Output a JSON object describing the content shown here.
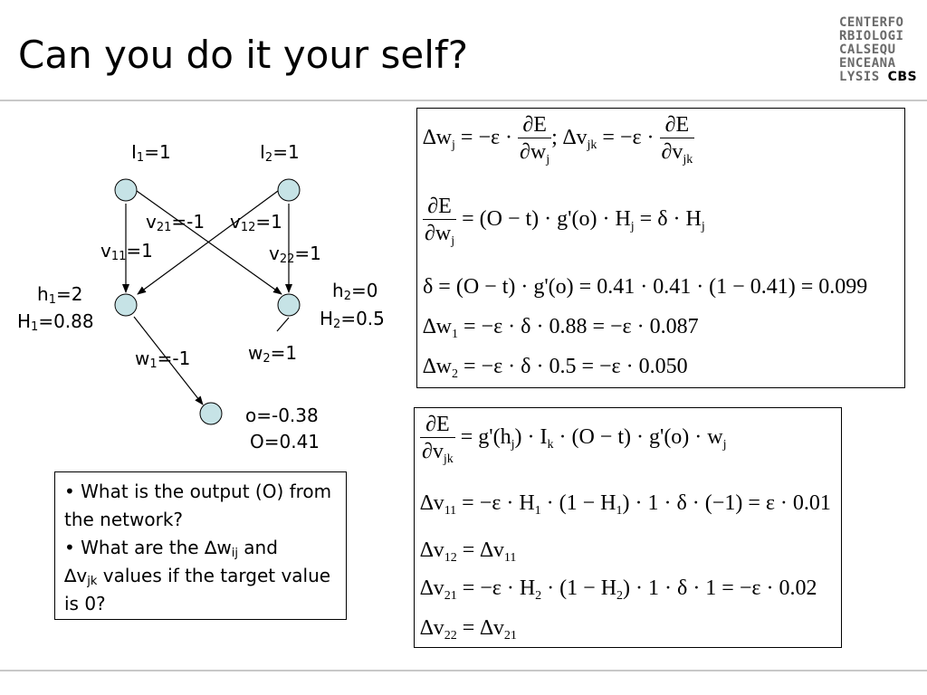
{
  "slide": {
    "title": "Can you do it your self?",
    "logo_lines": [
      "CENTERFO",
      "RBIOLOGI",
      "CALSEQU",
      "ENCEANA",
      "LYSIS "
    ],
    "logo_brand": "CBS"
  },
  "network": {
    "inputs": [
      {
        "name": "I",
        "sub": "1",
        "value": "=1"
      },
      {
        "name": "I",
        "sub": "2",
        "value": "=1"
      }
    ],
    "input_weights": [
      {
        "name": "v",
        "sub": "11",
        "value": "=1"
      },
      {
        "name": "v",
        "sub": "21",
        "value": "=-1"
      },
      {
        "name": "v",
        "sub": "12",
        "value": "=1"
      },
      {
        "name": "v",
        "sub": "22",
        "value": "=1"
      }
    ],
    "hidden": [
      {
        "h_name": "h",
        "h_sub": "1",
        "h_value": "=2",
        "H_name": "H",
        "H_sub": "1",
        "H_value": "=0.88"
      },
      {
        "h_name": "h",
        "h_sub": "2",
        "h_value": "=0",
        "H_name": "H",
        "H_sub": "2",
        "H_value": "=0.5"
      }
    ],
    "output_weights": [
      {
        "name": "w",
        "sub": "1",
        "value": "=-1"
      },
      {
        "name": "w",
        "sub": "2",
        "value": "=1"
      }
    ],
    "output": {
      "o": "o=-0.38",
      "O": "O=0.41"
    },
    "node_color": "#c6e3e6"
  },
  "questions": {
    "bullet": "•",
    "q1": "What is the output (O) from the network?",
    "q2_a": "What are the ",
    "q2_delta": "∆",
    "q2_w": "w",
    "q2_wsub": "ij",
    "q2_and": " and",
    "q2_v": "v",
    "q2_vsub": "jk",
    "q2_b": " values if the target value is 0?"
  },
  "equations_top": {
    "line1_left": "∆w",
    "line1_left_sub": "j",
    "line1_mid": " = −ε ·",
    "line1_num": "∂E",
    "line1_den": "∂w",
    "line1_den_sub": "j",
    "line1_sep": "; ∆v",
    "line1_sep_sub": "jk",
    "line1_mid2": " = −ε ·",
    "line1_num2": "∂E",
    "line1_den2": "∂v",
    "line1_den2_sub": "jk",
    "line2_num": "∂E",
    "line2_den": "∂w",
    "line2_den_sub": "j",
    "line2_rhs": " = (O − t) · g'(o) · H",
    "line2_rhs_sub": "j",
    "line2_rhs2": " = δ · H",
    "line2_rhs2_sub": "j",
    "line3": "δ = (O − t) · g'(o) = 0.41 · 0.41 · (1 − 0.41) = 0.099",
    "line4_a": "∆w",
    "line4_sub": "1",
    "line4_b": " = −ε · δ · 0.88 = −ε · 0.087",
    "line5_a": "∆w",
    "line5_sub": "2",
    "line5_b": " = −ε · δ · 0.5 = −ε · 0.050"
  },
  "equations_bottom": {
    "line1_num": "∂E",
    "line1_den": "∂v",
    "line1_den_sub": "jk",
    "line1_rhs_a": " = g'(h",
    "line1_rhs_sub1": "j",
    "line1_rhs_b": ") · I",
    "line1_rhs_sub2": "k",
    "line1_rhs_c": " · (O − t) · g'(o) · w",
    "line1_rhs_sub3": "j",
    "line2_a": "∆v",
    "line2_sub": "11",
    "line2_b": " = −ε · H",
    "line2_sub2": "1",
    "line2_c": " · (1 − H",
    "line2_sub3": "1",
    "line2_d": ") · 1 · δ · (−1) = ε · 0.01",
    "line3_a": "∆v",
    "line3_sub": "12",
    "line3_b": " = ∆v",
    "line3_sub2": "11",
    "line4_a": "∆v",
    "line4_sub": "21",
    "line4_b": " = −ε · H",
    "line4_sub2": "2",
    "line4_c": " · (1 − H",
    "line4_sub3": "2",
    "line4_d": ") · 1 · δ · 1 = −ε · 0.02",
    "line5_a": "∆v",
    "line5_sub": "22",
    "line5_b": " = ∆v",
    "line5_sub2": "21"
  }
}
